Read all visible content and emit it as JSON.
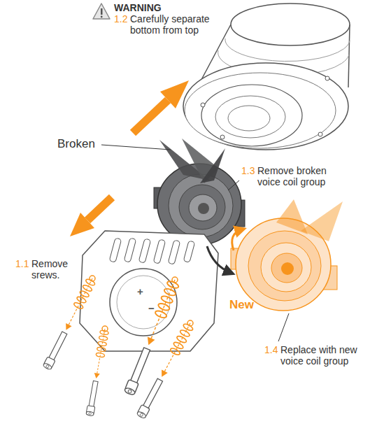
{
  "diagram": {
    "labels": [
      "WARNING",
      "1.2",
      "Carefully separate bottom from top",
      "Broken",
      "1.3",
      "Remove broken voice coil group",
      "1.1",
      "Remove srews.",
      "+",
      "−",
      "New",
      "1.4",
      "Replace with new voice coil group"
    ]
  }
}
